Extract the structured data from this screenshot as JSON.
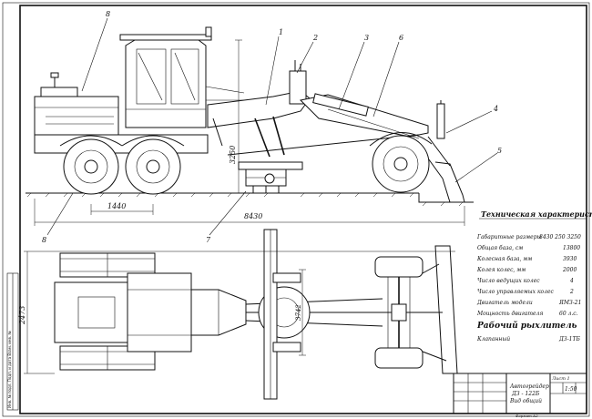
{
  "callouts": [
    "8",
    "1",
    "2",
    "3",
    "6",
    "4",
    "5",
    "7",
    "8"
  ],
  "dimensions": {
    "length_overall": "8430",
    "wheelbase_part": "1440",
    "height": "3250",
    "width": "2473",
    "blade_width": "3742"
  },
  "specs": {
    "heading": "Техническая характеристика",
    "rows": [
      {
        "label": "Габаритные размеры",
        "value": "8430 250 3250"
      },
      {
        "label": "Общая база, см",
        "value": "13800"
      },
      {
        "label": "Колесная база, мм",
        "value": "3930"
      },
      {
        "label": "Колея колес, мм",
        "value": "2000"
      },
      {
        "label": "Число ведущих колес",
        "value": "4"
      },
      {
        "label": "Число управляемых колес",
        "value": "2"
      },
      {
        "label": "Двигатель модели",
        "value": "ЯМЗ-21"
      },
      {
        "label": "Мощность двигателя",
        "value": "60 л.с."
      },
      {
        "label": "Рабочий рыхлитель",
        "value": ""
      },
      {
        "label": "Клапанный",
        "value": "ДЗ-1ТБ"
      }
    ]
  },
  "title_block": {
    "name_line1": "Автогрейдер",
    "name_line2": "ДЗ - 122Б",
    "name_line3": "Вид общий",
    "sheet": "Лист 1",
    "scale": "1:50",
    "footer": "Формат А2"
  },
  "side_stamp": "Инв. № подл.   Подп. и дата   Взам. инв. №"
}
